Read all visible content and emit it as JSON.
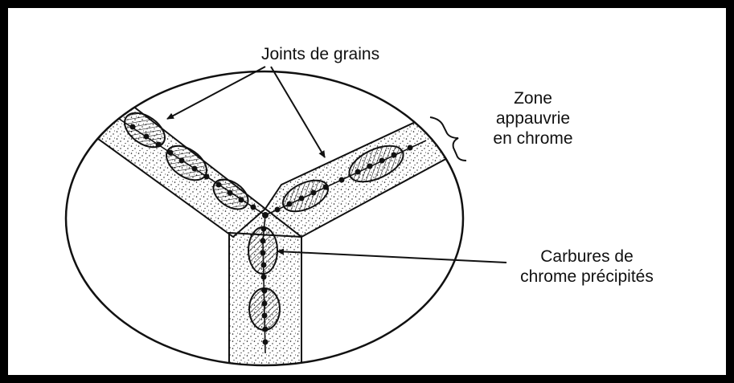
{
  "labels": {
    "grain_boundaries": "Joints de grains",
    "depleted_zone": [
      "Zone",
      "appauvrie",
      "en chrome"
    ],
    "carbides": [
      "Carbures de",
      "chrome précipités"
    ]
  },
  "colors": {
    "ink": "#111111",
    "frame": "#000000",
    "background": "#ffffff"
  }
}
